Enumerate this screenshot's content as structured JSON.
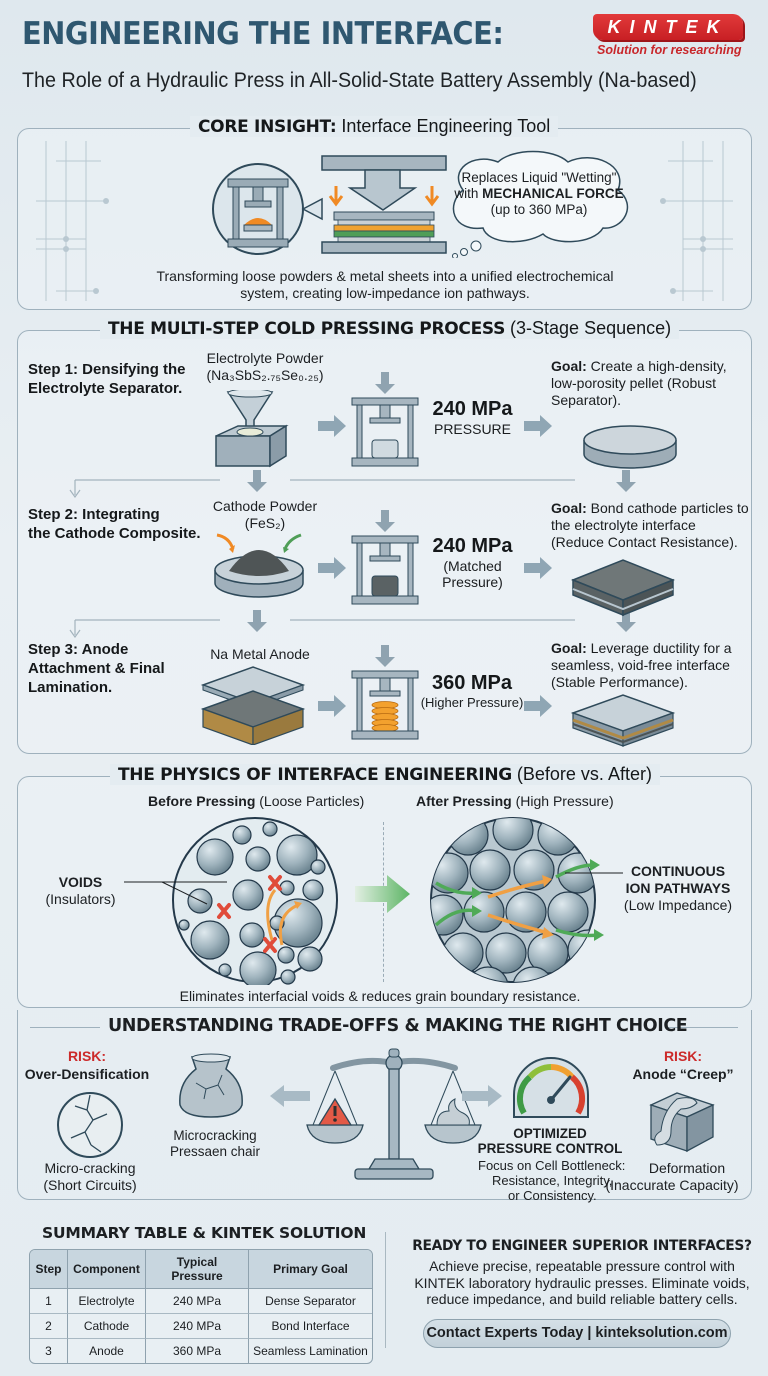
{
  "header": {
    "title": "ENGINEERING THE INTERFACE:",
    "subtitle": "The Role of a Hydraulic Press in All-Solid-State Battery Assembly (Na-based)",
    "logo": {
      "brand": "KINTEK",
      "tagline": "Solution for researching",
      "color": "#d42a2e"
    }
  },
  "core_insight": {
    "heading_bold": "CORE INSIGHT:",
    "heading_rest": " Interface Engineering Tool",
    "bubble": {
      "line1": "Replaces Liquid \"Wetting\"",
      "line2_prefix": "with ",
      "line2_bold": "MECHANICAL FORCE",
      "line3": "(up to 360 MPa)"
    },
    "caption_line1": "Transforming loose powders & metal sheets into a unified electrochemical",
    "caption_line2": "system, creating low-impedance ion pathways.",
    "icons": [
      "hydraulic-press-icon",
      "layer-stack-icon",
      "thought-bubble-icon"
    ]
  },
  "process": {
    "heading_bold": "THE MULTI-STEP COLD PRESSING PROCESS",
    "heading_rest": " (3-Stage Sequence)",
    "steps": [
      {
        "title_line1": "Step 1: Densifying the",
        "title_line2": "Electrolyte Separator.",
        "material_label": "Electrolyte Powder",
        "material_formula": "(Na₃SbS₂.₇₅Se₀.₂₅)",
        "pressure": "240 MPa",
        "pressure_note": "PRESSURE",
        "goal_bold": "Goal:",
        "goal_text": " Create a high-density, low-porosity pellet (Robust Separator)."
      },
      {
        "title_line1": "Step 2: Integrating",
        "title_line2": "the Cathode Composite.",
        "material_label": "Cathode Powder",
        "material_formula": "(FeS₂)",
        "pressure": "240 MPa",
        "pressure_note": "(Matched Pressure)",
        "goal_bold": "Goal:",
        "goal_text": " Bond cathode particles to the electrolyte interface (Reduce Contact Resistance)."
      },
      {
        "title_line1": "Step 3: Anode",
        "title_line2": "Attachment & Final",
        "title_line3": "Lamination.",
        "material_label": "Na Metal Anode",
        "material_formula": "",
        "pressure": "360 MPa",
        "pressure_note": "(Higher Pressure)",
        "goal_bold": "Goal:",
        "goal_text": " Leverage ductility for a seamless, void-free interface (Stable Performance)."
      }
    ]
  },
  "physics": {
    "heading_bold": "THE PHYSICS OF INTERFACE ENGINEERING",
    "heading_rest": " (Before vs. After)",
    "before_bold": "Before Pressing",
    "before_rest": " (Loose Particles)",
    "after_bold": "After Pressing",
    "after_rest": " (High Pressure)",
    "voids_label": "VOIDS",
    "voids_sub": "(Insulators)",
    "pathways_label_1": "CONTINUOUS",
    "pathways_label_2": "ION PATHWAYS",
    "pathways_sub": "(Low Impedance)",
    "caption": "Eliminates interfacial voids & reduces grain boundary resistance."
  },
  "tradeoffs": {
    "heading": "UNDERSTANDING TRADE-OFFS & MAKING THE RIGHT CHOICE",
    "left_risk": "RISK:",
    "left_title": "Over-Densification",
    "left_caption_1": "Micro-cracking",
    "left_caption_2": "(Short Circuits)",
    "flask_caption_1": "Microcracking",
    "flask_caption_2": "Pressaen chair",
    "center_title_1": "OPTIMIZED",
    "center_title_2": "PRESSURE CONTROL",
    "center_text_1": "Focus on Cell Bottleneck:",
    "center_text_2": "Resistance, Integrity,",
    "center_text_3": "or Consistency.",
    "right_risk": "RISK:",
    "right_title": "Anode “Creep”",
    "right_caption_1": "Deformation",
    "right_caption_2": "(Inaccurate Capacity)",
    "colors": {
      "risk": "#cc2a2a",
      "warning": "#e35a47",
      "gauge_green": "#3f9b45",
      "gauge_red": "#d8412f"
    }
  },
  "summary": {
    "heading": "SUMMARY TABLE & KINTEK SOLUTION",
    "columns": [
      "Step",
      "Component",
      "Typical Pressure",
      "Primary Goal"
    ],
    "rows": [
      [
        "1",
        "Electrolyte",
        "240 MPa",
        "Dense Separator"
      ],
      [
        "2",
        "Cathode",
        "240 MPa",
        "Bond Interface"
      ],
      [
        "3",
        "Anode",
        "360 MPa",
        "Seamless Lamination"
      ]
    ]
  },
  "cta": {
    "heading": "READY TO ENGINEER SUPERIOR INTERFACES?",
    "text_1": "Achieve precise, repeatable pressure control with",
    "text_2": "KINTEK laboratory hydraulic presses. Eliminate voids,",
    "text_3": "reduce impedance, and build reliable battery cells.",
    "button": "Contact Experts Today | kinteksolution.com"
  }
}
